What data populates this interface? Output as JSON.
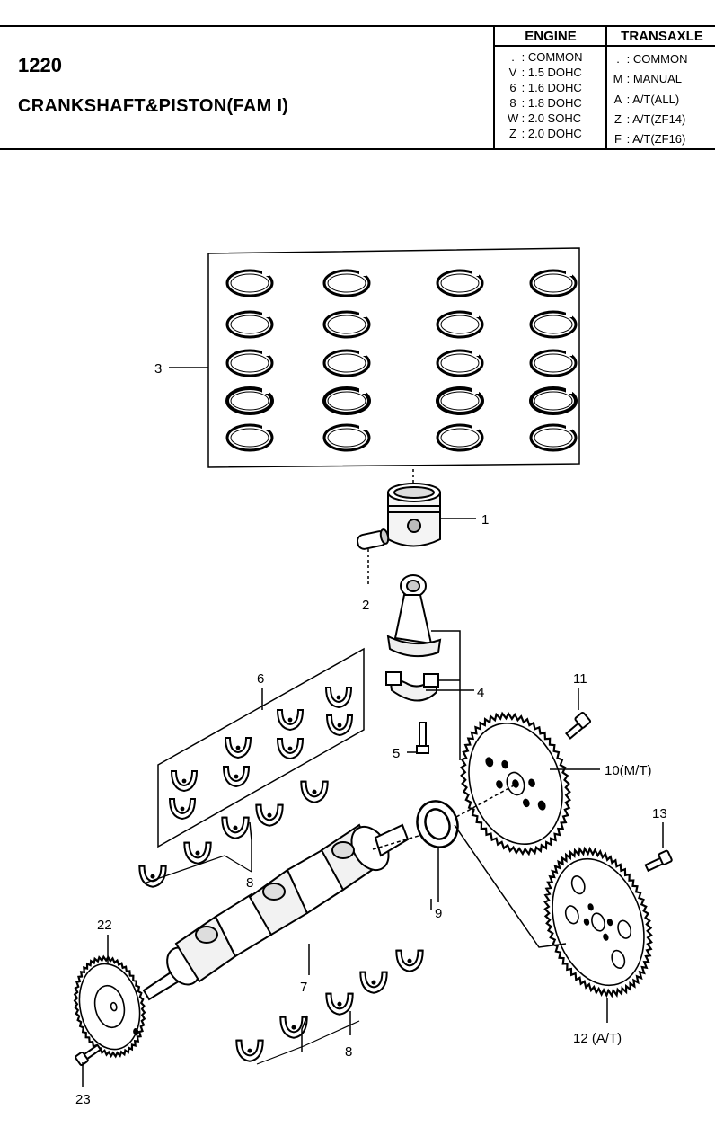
{
  "header": {
    "page_number": "1220",
    "title": "CRANKSHAFT&PISTON(FAM I)"
  },
  "engine_legend": {
    "heading": "ENGINE",
    "rows": [
      {
        "code": ".",
        "desc": ": COMMON"
      },
      {
        "code": "V",
        "desc": ": 1.5 DOHC"
      },
      {
        "code": "6",
        "desc": ": 1.6 DOHC"
      },
      {
        "code": "8",
        "desc": ": 1.8 DOHC"
      },
      {
        "code": "W",
        "desc": ": 2.0 SOHC"
      },
      {
        "code": "Z",
        "desc": ": 2.0 DOHC"
      }
    ]
  },
  "transaxle_legend": {
    "heading": "TRANSAXLE",
    "rows": [
      {
        "code": ".",
        "desc": ": COMMON"
      },
      {
        "code": "M",
        "desc": ": MANUAL"
      },
      {
        "code": "A",
        "desc": ": A/T(ALL)"
      },
      {
        "code": "Z",
        "desc": ": A/T(ZF14)"
      },
      {
        "code": "F",
        "desc": ": A/T(ZF16)"
      }
    ]
  },
  "callouts": {
    "c1": "1",
    "c2": "2",
    "c3": "3",
    "c4": "4",
    "c5": "5",
    "c6": "6",
    "c7": "7",
    "c8a": "8",
    "c8b": "8",
    "c9": "9",
    "c10": "10(M/T)",
    "c11": "11",
    "c12": "12 (A/T)",
    "c13": "13",
    "c22": "22",
    "c23": "23"
  }
}
